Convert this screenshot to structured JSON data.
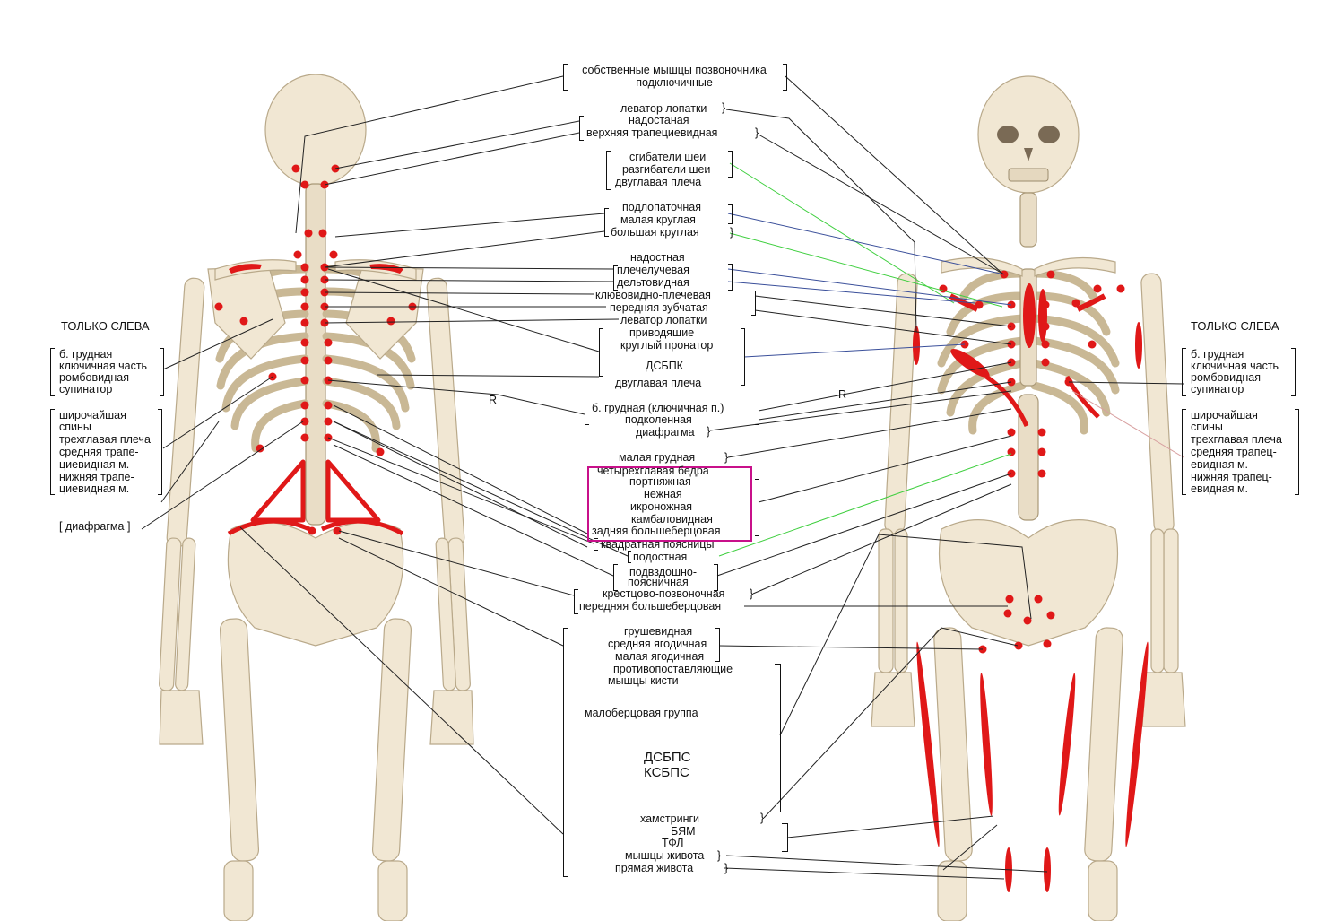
{
  "top_group": {
    "l1": "собственные мышцы позвоночника",
    "l2": "подключичные"
  },
  "g_levator": {
    "l1": "леватор лопатки",
    "l2": "надостаная",
    "l3": "верхняя трапециевидная"
  },
  "g_neck": {
    "l1": "сгибатели шеи",
    "l2": "разгибатели шеи",
    "l3": "двуглавая плеча"
  },
  "g_subscap": {
    "l1": "подлопаточная",
    "l2": "малая круглая",
    "l3": "большая круглая"
  },
  "g_shoulder": {
    "l1": "надостная",
    "l2": "плечелучевая",
    "l3": "дельтовидная",
    "l4": "клювовидно-плечевая",
    "l5": "передняя зубчатая",
    "l6": "леватор лопатки"
  },
  "g_adductors": {
    "l1": "приводящие",
    "l2": "круглый пронатор",
    "l3": "ДСБПК",
    "l4": "двуглавая плеча"
  },
  "r_mark_left": "R",
  "r_mark_right": "R",
  "g_pect": {
    "l1": "б. грудная (ключичная п.)",
    "l2": "подколенная",
    "l3": "диафрагма"
  },
  "g_legs": {
    "l1": "малая грудная",
    "l2": "четырехглавая бедра",
    "l3": "портняжная",
    "l4": "нежная",
    "l5": "икроножная",
    "l6": "камбаловидная",
    "l7": "задняя большеберцовая"
  },
  "g_lumbar": {
    "l1": "квадратная поясницы",
    "l2": "подостная",
    "l3": "подвздошно-",
    "l4": "поясничная",
    "l5": "крестцово-позвоночная",
    "l6": "передняя большеберцовая"
  },
  "g_pelvis": {
    "l1": "грушевидная",
    "l2": "средняя ягодичная",
    "l3": "малая ягодичная",
    "l4": "противопоставляющие",
    "l5": "мышцы кисти",
    "l6": "малоберцовая группа",
    "l7": "ДСБПС",
    "l8": "КСБПС",
    "l9": "хамстринги",
    "l10": "БЯМ",
    "l11": "ТФЛ",
    "l12": "мышцы живота",
    "l13": "прямая  живота"
  },
  "left_side": {
    "header": "ТОЛЬКО СЛЕВА",
    "b1": [
      "б. грудная",
      "ключичная часть",
      "ромбовидная",
      "супинатор"
    ],
    "b2": [
      "широчайшая",
      "спины",
      "трехглавая плеча",
      "средняя трапе-",
      "циевидная м.",
      "нижняя трапе-",
      "циевидная м."
    ],
    "diaphragm": "[ диафрагма ]"
  },
  "right_side": {
    "header": "ТОЛЬКО СЛЕВА",
    "b1": [
      "б. грудная",
      "ключичная часть",
      "ромбовидная",
      "супинатор"
    ],
    "b2": [
      "широчайшая",
      "спины",
      "трехглавая плеча",
      "средняя трапец-",
      "евидная м.",
      "нижняя трапец-",
      "евидная м."
    ]
  },
  "colors": {
    "accent_red": "#e01818",
    "highlight_box": "#c8108a",
    "green_line": "#3fcf3f",
    "blue_line": "#3a4f9a",
    "bone": "#f1e7d3"
  }
}
